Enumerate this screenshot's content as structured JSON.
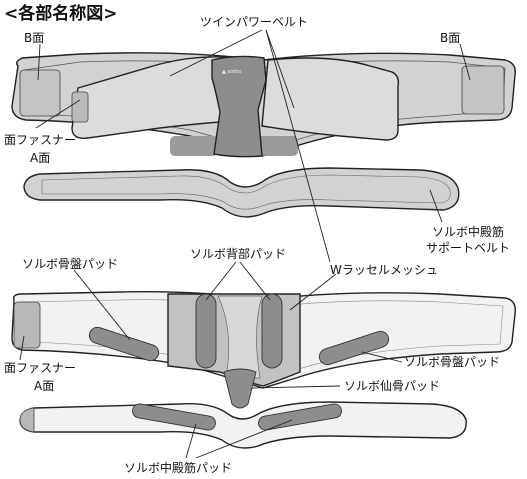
{
  "title": "<各部名称図>",
  "labels": {
    "b_face_left": "B面",
    "b_face_right": "B面",
    "twin_power_belt": "ツインパワーベルト",
    "face_fastener_top": "面ファスナー",
    "a_face_top": "A面",
    "glute_support_belt_1": "ソルボ中殿筋",
    "glute_support_belt_2": "サポートベルト",
    "pelvis_pad_left": "ソルボ骨盤パッド",
    "back_pad": "ソルボ背部パッド",
    "w_russel_mesh": "Wラッセルメッシュ",
    "face_fastener_bottom": "面ファスナー",
    "a_face_bottom": "A面",
    "pelvis_pad_right": "ソルボ骨盤パッド",
    "sacrum_pad": "ソルボ仙骨パッド",
    "glute_pad": "ソルボ中殿筋パッド"
  },
  "colors": {
    "belt_fill": "#d2d2d2",
    "belt_outline": "#222222",
    "pad_fill": "#8d8d8d",
    "center_fill": "#9c9c9c",
    "light_fill": "#f2f2f2",
    "mid_fill": "#c4c4c4"
  }
}
